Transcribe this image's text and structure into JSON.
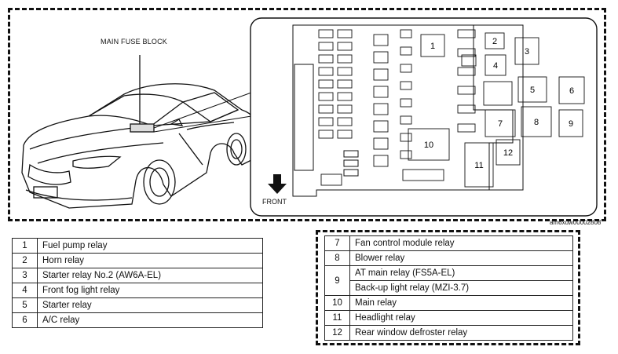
{
  "diagram": {
    "callout_label": "MAIN FUSE BLOCK",
    "front_label": "FRONT",
    "image_code": "am6xuw00002808"
  },
  "block_numbers": [
    "1",
    "2",
    "3",
    "4",
    "5",
    "6",
    "7",
    "8",
    "9",
    "10",
    "11",
    "12"
  ],
  "legend_left": [
    {
      "num": "1",
      "label": "Fuel pump relay"
    },
    {
      "num": "2",
      "label": "Horn relay"
    },
    {
      "num": "3",
      "label": "Starter relay No.2 (AW6A-EL)"
    },
    {
      "num": "4",
      "label": "Front fog light relay"
    },
    {
      "num": "5",
      "label": "Starter relay"
    },
    {
      "num": "6",
      "label": "A/C relay"
    }
  ],
  "legend_right": [
    {
      "num": "7",
      "label": "Fan control module relay"
    },
    {
      "num": "8",
      "label": "Blower relay"
    },
    {
      "num": "9",
      "label": "AT main relay (FS5A-EL)",
      "label2": "Back-up light relay (MZI-3.7)"
    },
    {
      "num": "10",
      "label": "Main relay"
    },
    {
      "num": "11",
      "label": "Headlight relay"
    },
    {
      "num": "12",
      "label": "Rear window defroster relay"
    }
  ]
}
